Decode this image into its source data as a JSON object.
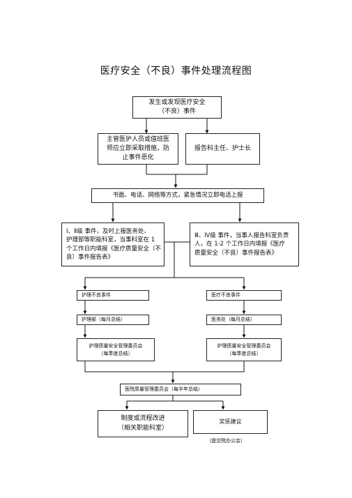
{
  "title": "医疗安全（不良）事件处理流程图",
  "nodes": {
    "occur": [
      "发生或发现医疗安全",
      "（不良）事件"
    ],
    "supervisor": [
      "主管医护人员或值班医",
      "师应立即采取措施，防",
      "止事件恶化"
    ],
    "report_head": [
      "报告科主任、护士长"
    ],
    "immediate_report": [
      "书面、电话、网络等方式，紧急情况立即电话上报"
    ],
    "level_1_2": [
      "Ⅰ、Ⅱ级 事件，及时上报医务处、",
      "护理部等职能科室，当事科室在 1",
      "个工作日内填报《医疗质量安全（不",
      "良）事件报告表》"
    ],
    "level_3_4": [
      "Ⅲ、Ⅳ级 事件，当事人报告科室负责",
      "人，在 1-2 个工作日内填报《医疗",
      "质量安全（不良）事件报告表》"
    ],
    "nursing_event": [
      "护理不良事件"
    ],
    "medical_event": [
      "医疗不良事件"
    ],
    "nursing_dept": [
      "护理部（每月总结）"
    ],
    "medical_dept": [
      "医务处（每月总结）"
    ],
    "nursing_committee": [
      "护理质量安全管理委员会",
      "（每季度总结）"
    ],
    "medical_committee": [
      "护理质量安全管理委员会",
      "（每季度总结）"
    ],
    "hospital_committee": [
      "医院质量管理委员会（每半年总结）"
    ],
    "improvement": [
      "制度或流程改进",
      "（相关职能科室）"
    ],
    "rewards": [
      "奖惩建议"
    ]
  },
  "notes": {
    "rewards_sub": "（提交院办公会）"
  }
}
